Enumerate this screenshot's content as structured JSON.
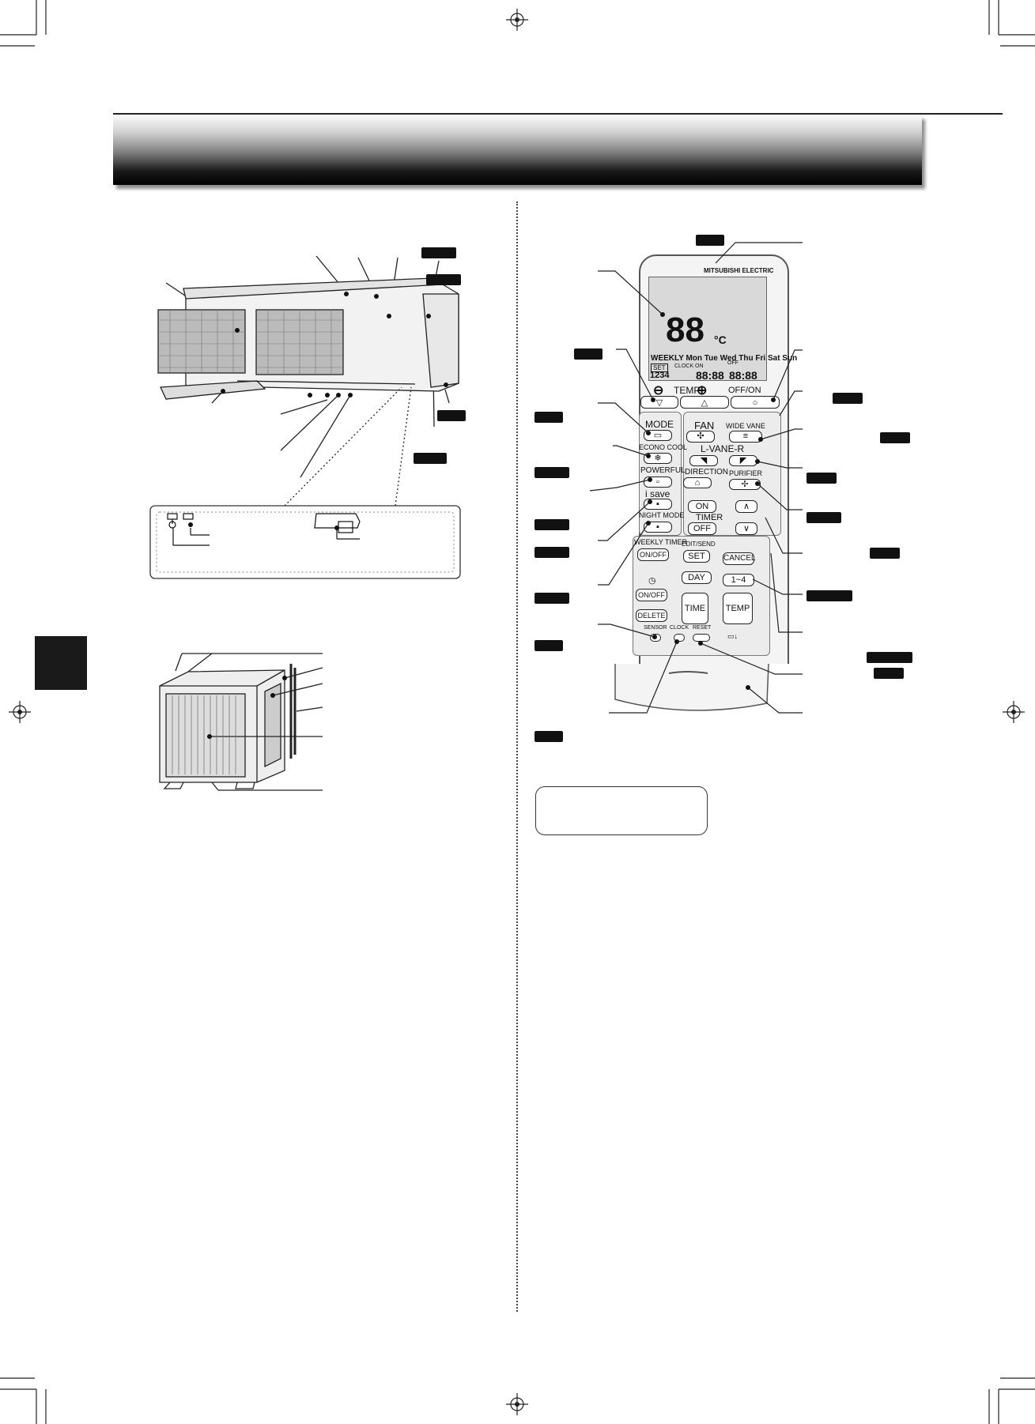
{
  "remote": {
    "lcd_temp": "88",
    "lcd_unit": "°C",
    "lcd_days": "WEEKLY Mon Tue Wed Thu Fri Sat Sun",
    "lcd_set": "SET",
    "lcd_clock": "CLOCK ON",
    "lcd_off": "OFF",
    "lcd_prog": "1234",
    "lcd_onoff_small": "ON OFF",
    "lcd_time1": "88:88",
    "lcd_time2": "88:88",
    "brand": "MITSUBISHI ELECTRIC",
    "temp_label": "TEMP",
    "off_on_label": "OFF/ON",
    "mode_label": "MODE",
    "fan_label": "FAN",
    "wide_vane_label": "WIDE VANE",
    "econo_cool_label": "ECONO COOL",
    "lvane_label": "L-VANE-R",
    "powerful_label": "POWERFUL",
    "direction_label": "DIRECTION",
    "purifier_label": "PURIFIER",
    "isave_label": "i save",
    "night_mode_label": "NIGHT MODE",
    "timer_on_label": "ON",
    "timer_label": "TIMER",
    "timer_off_label": "OFF",
    "weekly_timer_label": "WEEKLY TIMER",
    "weekly_onoff_label": "ON/OFF",
    "edit_send_label": "EDIT/SEND",
    "set_label": "SET",
    "cancel_label": "CANCEL",
    "day_label": "DAY",
    "range_label": "1~4",
    "onoff2_label": "ON/OFF",
    "time_label": "TIME",
    "temp2_label": "TEMP",
    "delete_label": "DELETE",
    "sensor_label": "SENSOR",
    "clock_label": "CLOCK",
    "reset_label": "RESET"
  },
  "colors": {
    "tag": "#111111",
    "band_dark": "#000000"
  }
}
